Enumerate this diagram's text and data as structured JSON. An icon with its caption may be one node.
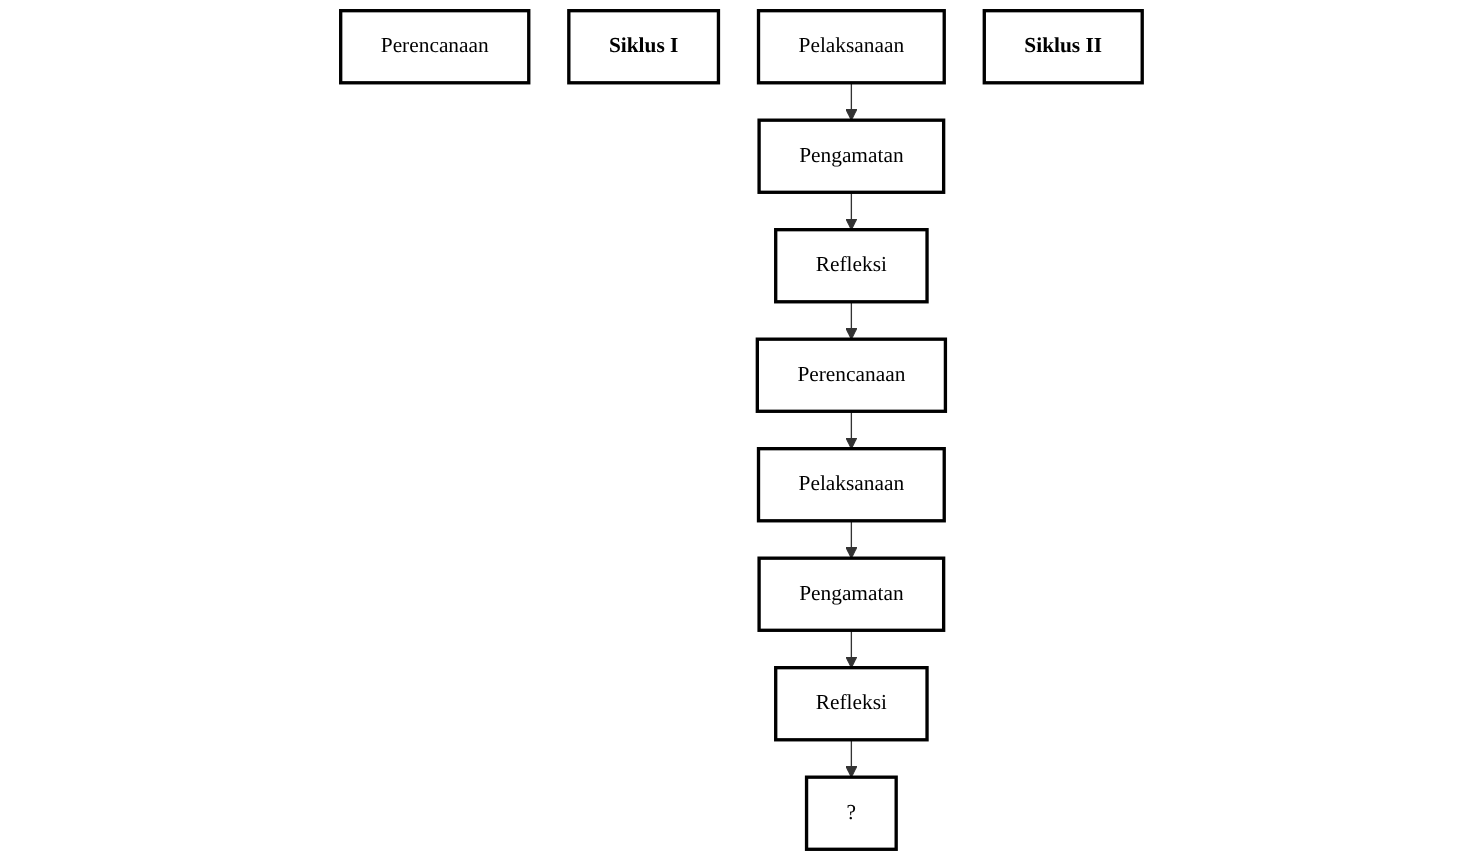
{
  "diagram": {
    "nodes": [
      {
        "text": [
          "Perencanaan"
        ]
      },
      {
        "text": [
          "Refleksi"
        ]
      },
      {
        "text": [
          "Siklus I"
        ]
      },
      {
        "text": [
          "Pelaksanaan"
        ]
      },
      {
        "text": [
          "Pengamatan"
        ]
      },
      {
        "text": [
          "Perencanaan"
        ]
      },
      {
        "text": [
          "Refleksi"
        ]
      },
      {
        "text": [
          "Siklus II"
        ]
      },
      {
        "text": [
          "Pelaksanaan"
        ]
      },
      {
        "text": [
          "Pengamatan"
        ]
      },
      {
        "text": [
          "?"
        ]
      }
    ],
    "edges": [
      {
        "from": 3,
        "to": 4,
        "arrow": "to"
      },
      {
        "from": 4,
        "to": 1,
        "arrow": "to"
      },
      {
        "from": 1,
        "to": 5,
        "arrow": "to"
      },
      {
        "from": 5,
        "to": 8,
        "arrow": "to"
      },
      {
        "from": 8,
        "to": 9,
        "arrow": "to"
      },
      {
        "from": 9,
        "to": 6,
        "arrow": "to"
      },
      {
        "from": 6,
        "to": 10,
        "arrow": "to"
      }
    ]
  }
}
